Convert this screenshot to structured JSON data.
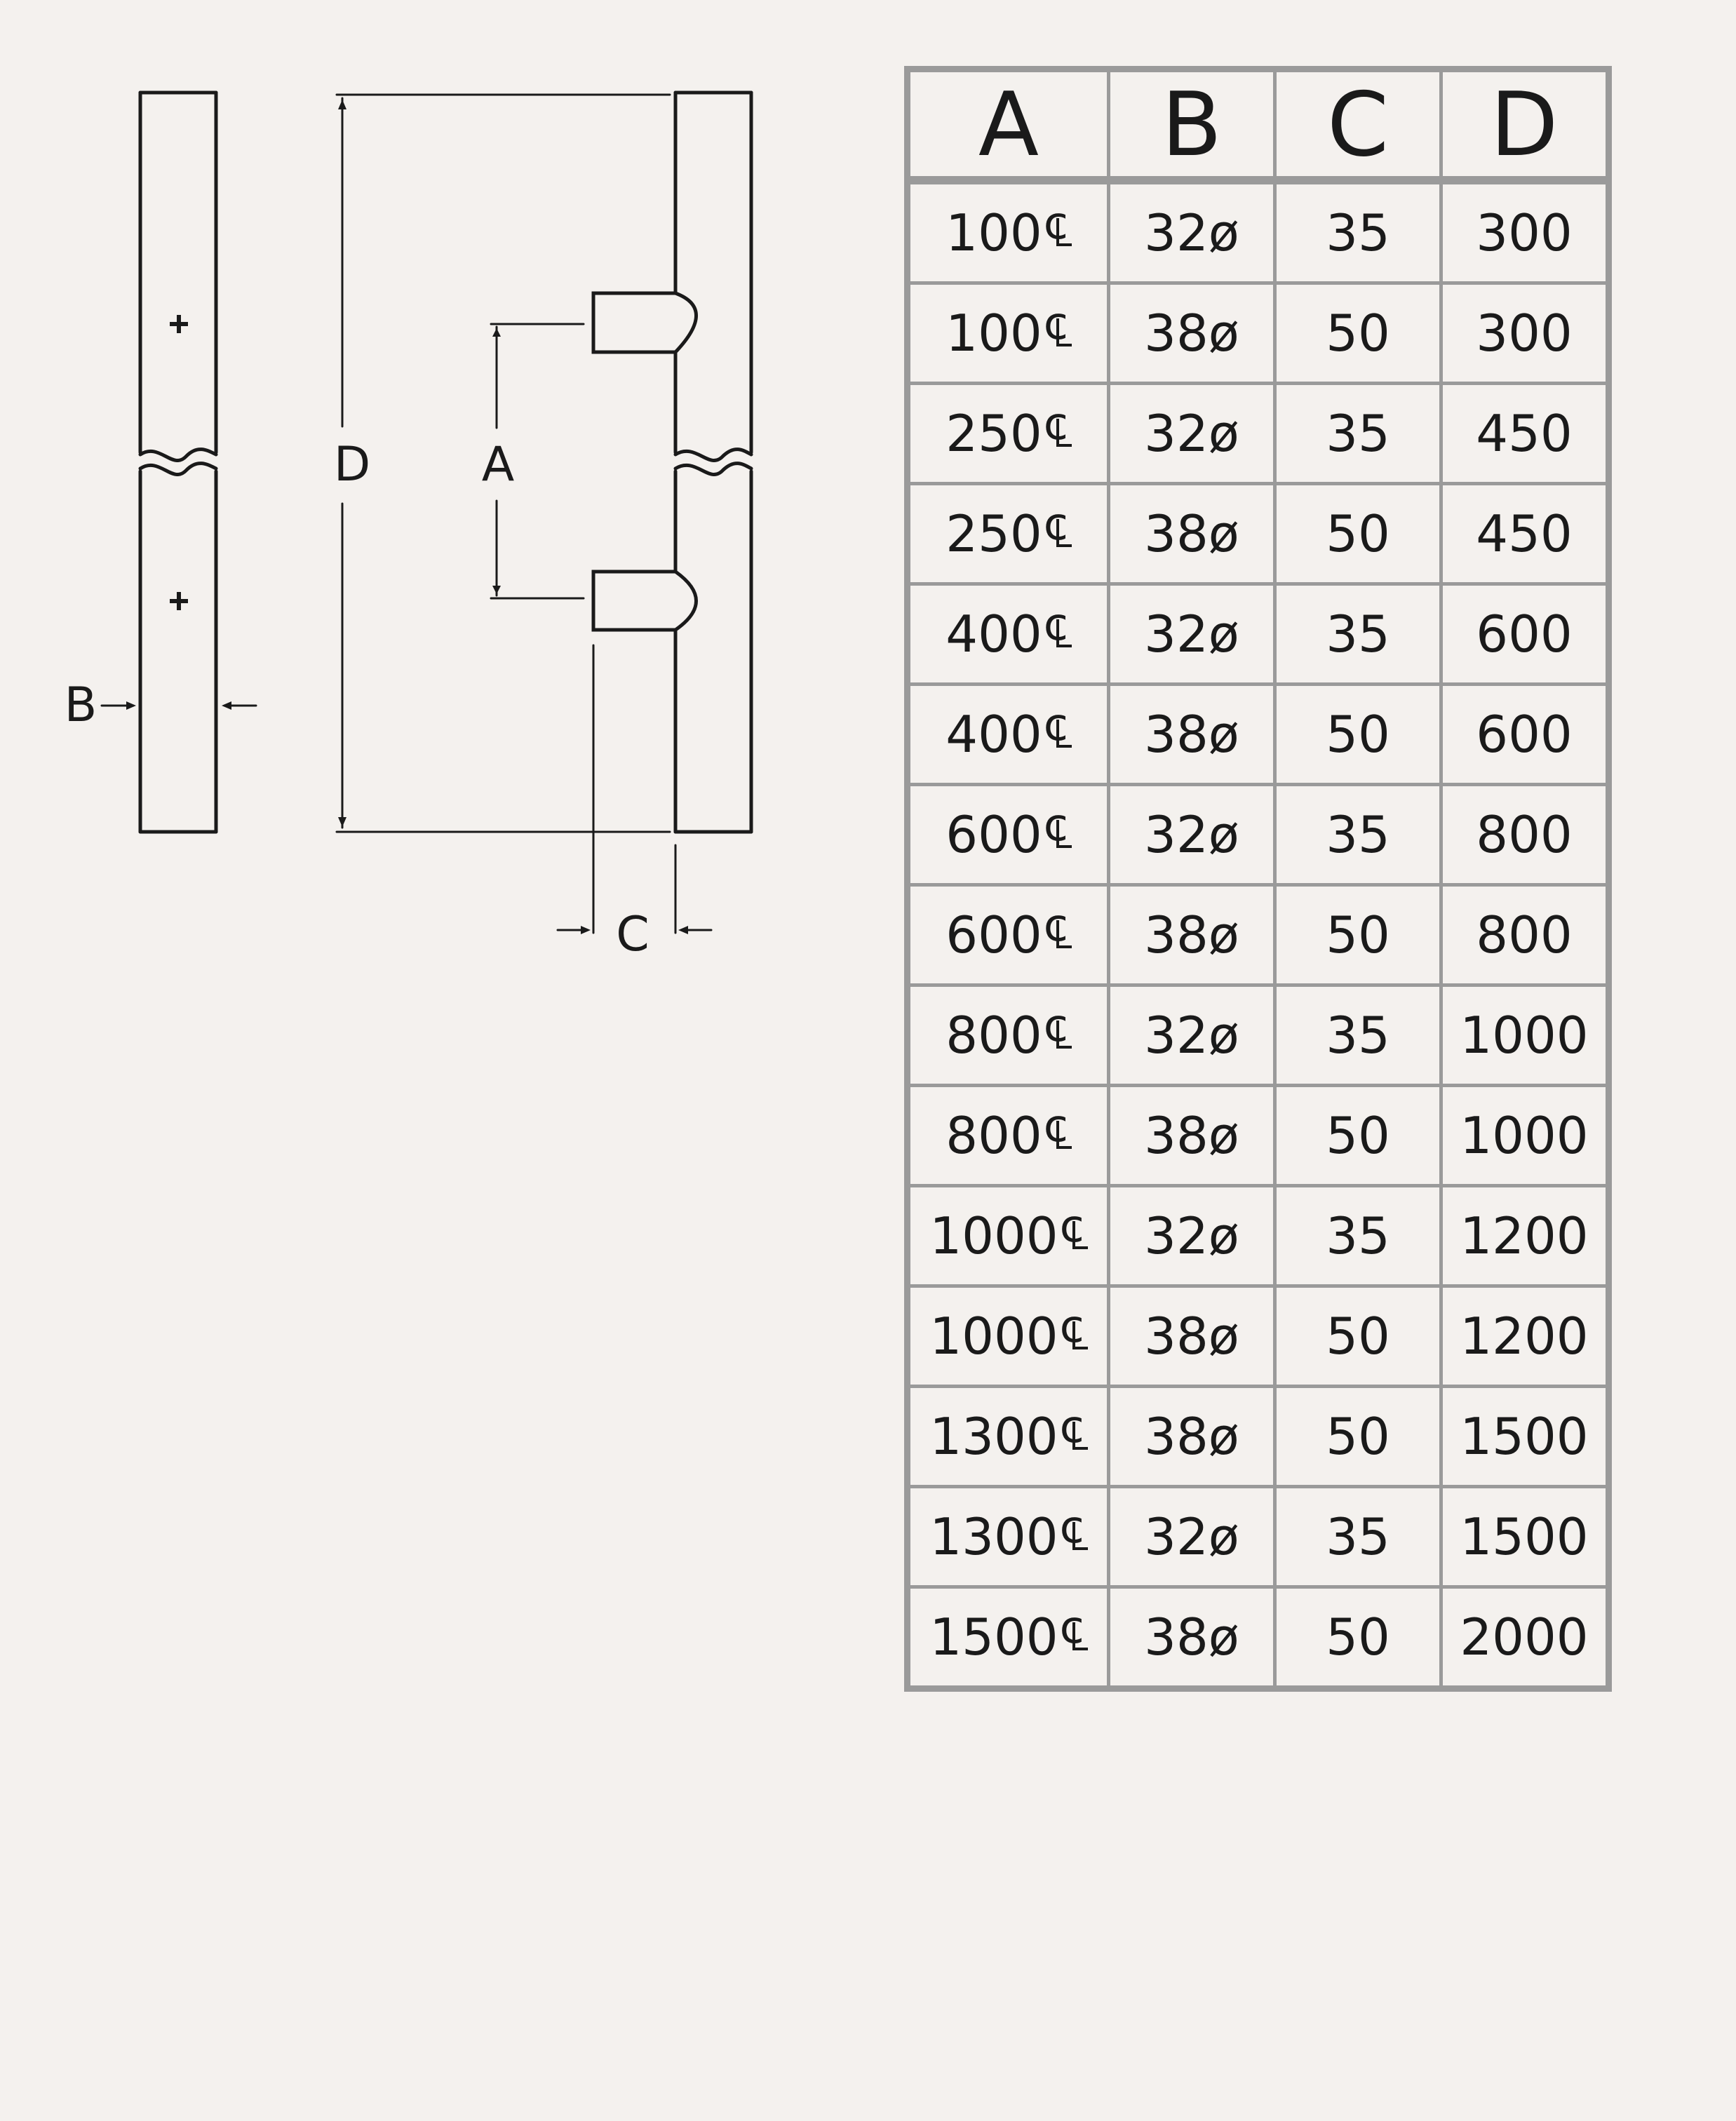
{
  "diagram": {
    "labels": {
      "a": "A",
      "b": "B",
      "c": "C",
      "d": "D"
    }
  },
  "table": {
    "headers": [
      "A",
      "B",
      "C",
      "D"
    ],
    "rows": [
      {
        "a": "100",
        "b": "32ø",
        "c": "35",
        "d": "300"
      },
      {
        "a": "100",
        "b": "38ø",
        "c": "50",
        "d": "300"
      },
      {
        "a": "250",
        "b": "32ø",
        "c": "35",
        "d": "450"
      },
      {
        "a": "250",
        "b": "38ø",
        "c": "50",
        "d": "450"
      },
      {
        "a": "400",
        "b": "32ø",
        "c": "35",
        "d": "600"
      },
      {
        "a": "400",
        "b": "38ø",
        "c": "50",
        "d": "600"
      },
      {
        "a": "600",
        "b": "32ø",
        "c": "35",
        "d": "800"
      },
      {
        "a": "600",
        "b": "38ø",
        "c": "50",
        "d": "800"
      },
      {
        "a": "800",
        "b": "32ø",
        "c": "35",
        "d": "1000"
      },
      {
        "a": "800",
        "b": "38ø",
        "c": "50",
        "d": "1000"
      },
      {
        "a": "1000",
        "b": "32ø",
        "c": "35",
        "d": "1200"
      },
      {
        "a": "1000",
        "b": "38ø",
        "c": "50",
        "d": "1200"
      },
      {
        "a": "1300",
        "b": "38ø",
        "c": "50",
        "d": "1500"
      },
      {
        "a": "1300",
        "b": "32ø",
        "c": "35",
        "d": "1500"
      },
      {
        "a": "1500",
        "b": "38ø",
        "c": "50",
        "d": "2000"
      }
    ]
  },
  "icons": {
    "centerline": "centerline-icon",
    "fixing_point": "plus-icon"
  },
  "colors": {
    "background": "#f4f1ee",
    "line": "#1a1a1a",
    "table_border": "#9a9a9a"
  }
}
